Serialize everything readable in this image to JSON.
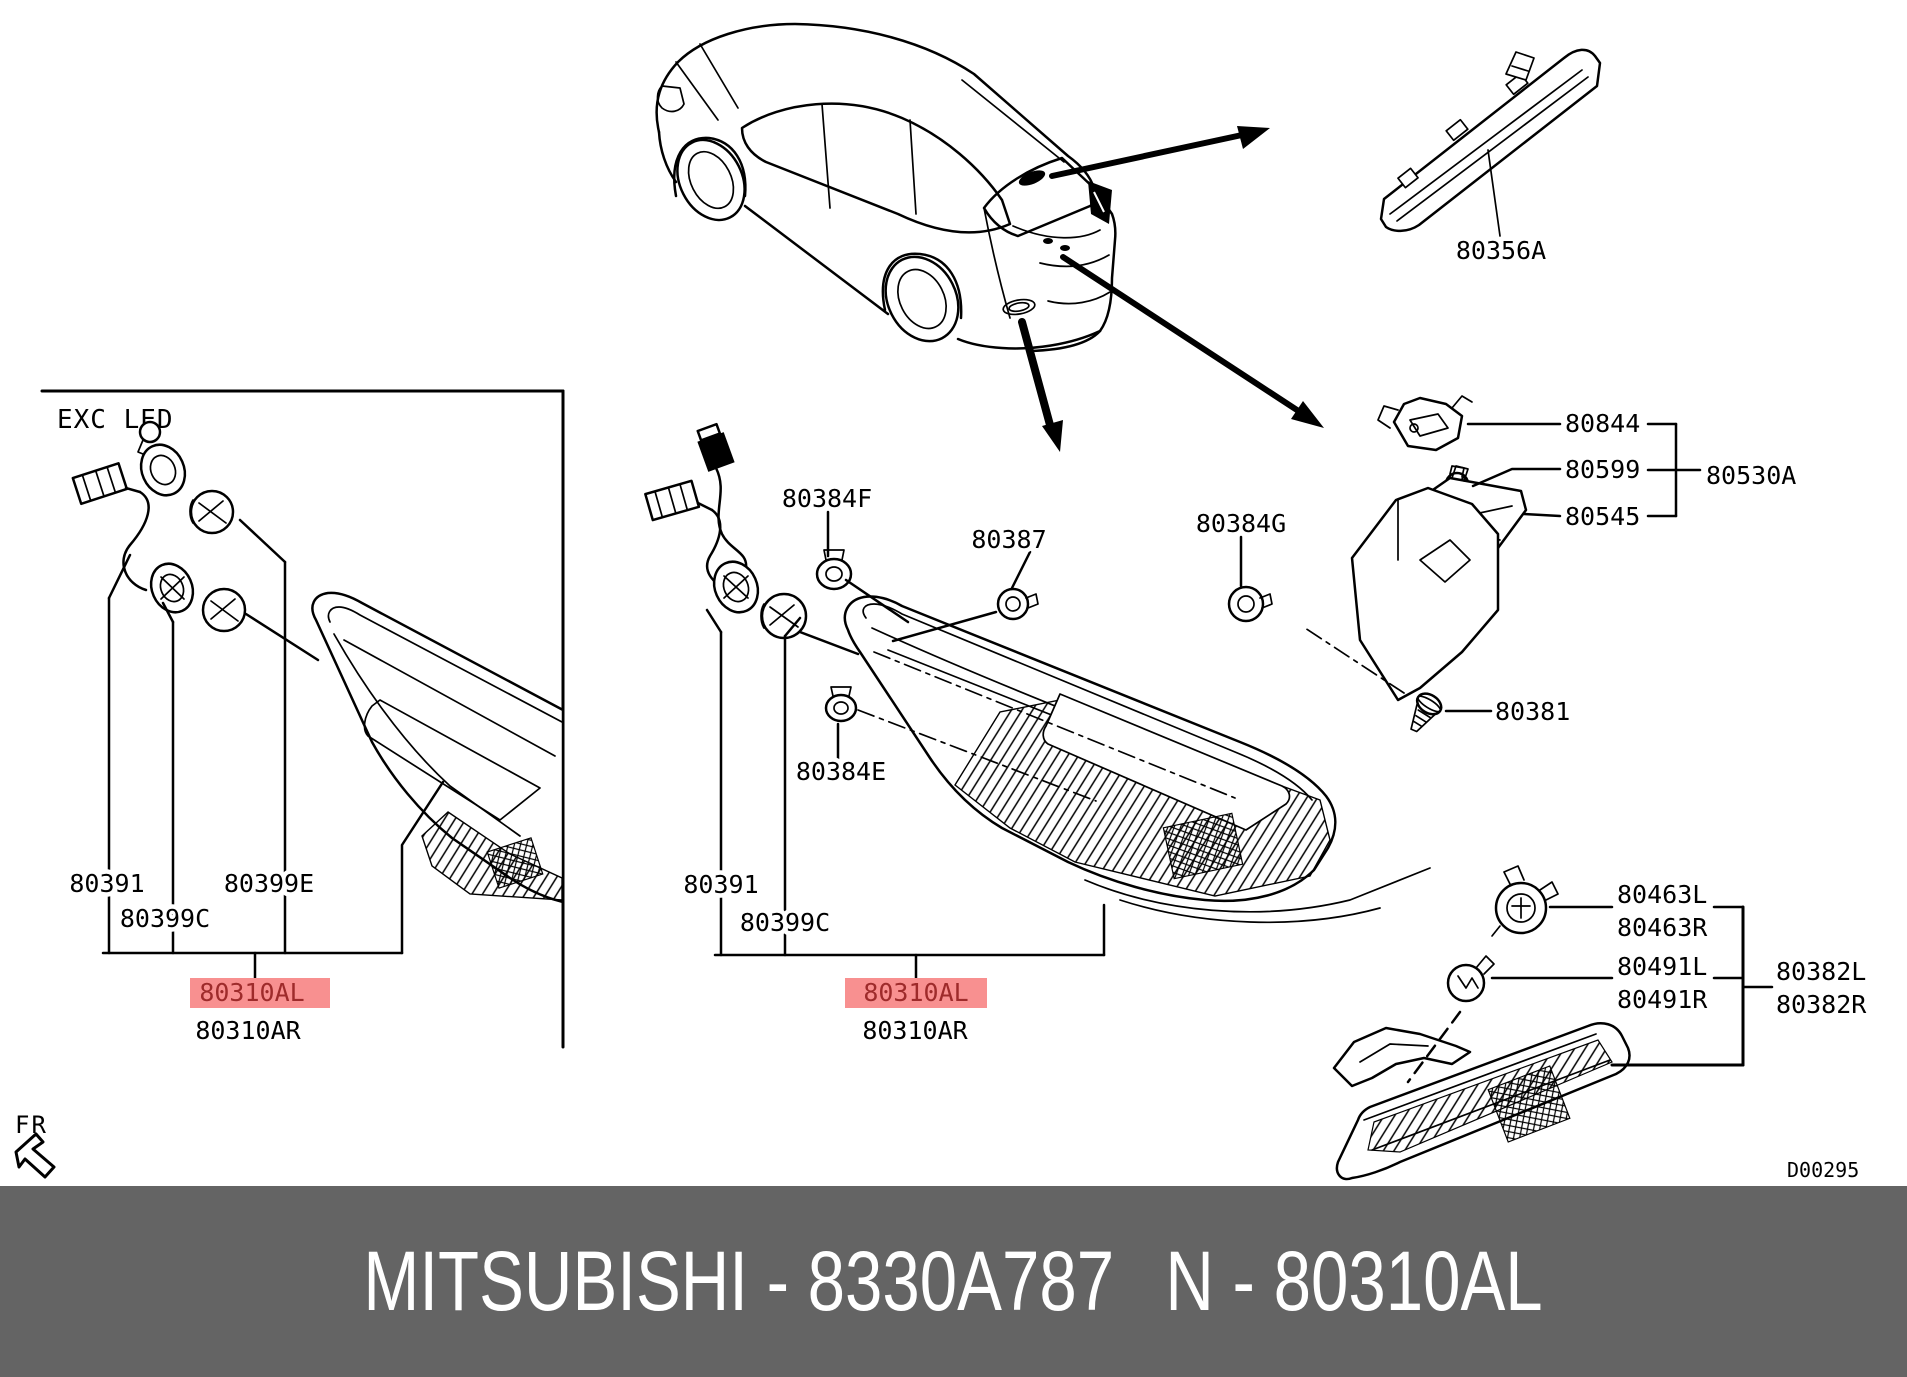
{
  "footer": {
    "left": "MITSUBISHI - 8330A787",
    "right": "N - 80310AL"
  },
  "drawing_code": "D00295",
  "orientation_label": "FR",
  "colors": {
    "highlight_bg": "#F89090",
    "highlight_text": "#9E2B2B",
    "footer_bg": "#646464",
    "footer_text": "#FFFFFF",
    "line": "#000000",
    "bg": "#FFFFFF"
  },
  "parts": {
    "high_mount_lamp": "80356A",
    "license_plate_lamp": {
      "socket": "80844",
      "bulb": "80599",
      "lens": "80545",
      "assembly": "80530A"
    },
    "screw": "80381",
    "clip_f": "80384F",
    "clip_e": "80384E",
    "grommet": "80387",
    "grommet_g": "80384G",
    "exc_led_box": {
      "caption": "EXC LED",
      "socket_harness": "80391",
      "bulb_c": "80399C",
      "bulb_e": "80399E",
      "lamp_left": "80310AL",
      "lamp_right": "80310AR"
    },
    "main_lamp": {
      "socket_harness": "80391",
      "bulb_c": "80399C",
      "lamp_left": "80310AL",
      "lamp_right": "80310AR"
    },
    "rear_reflector": {
      "socket_left": "80463L",
      "socket_right": "80463R",
      "bulb_left": "80491L",
      "bulb_right": "80491R",
      "assembly_left": "80382L",
      "assembly_right": "80382R"
    }
  }
}
